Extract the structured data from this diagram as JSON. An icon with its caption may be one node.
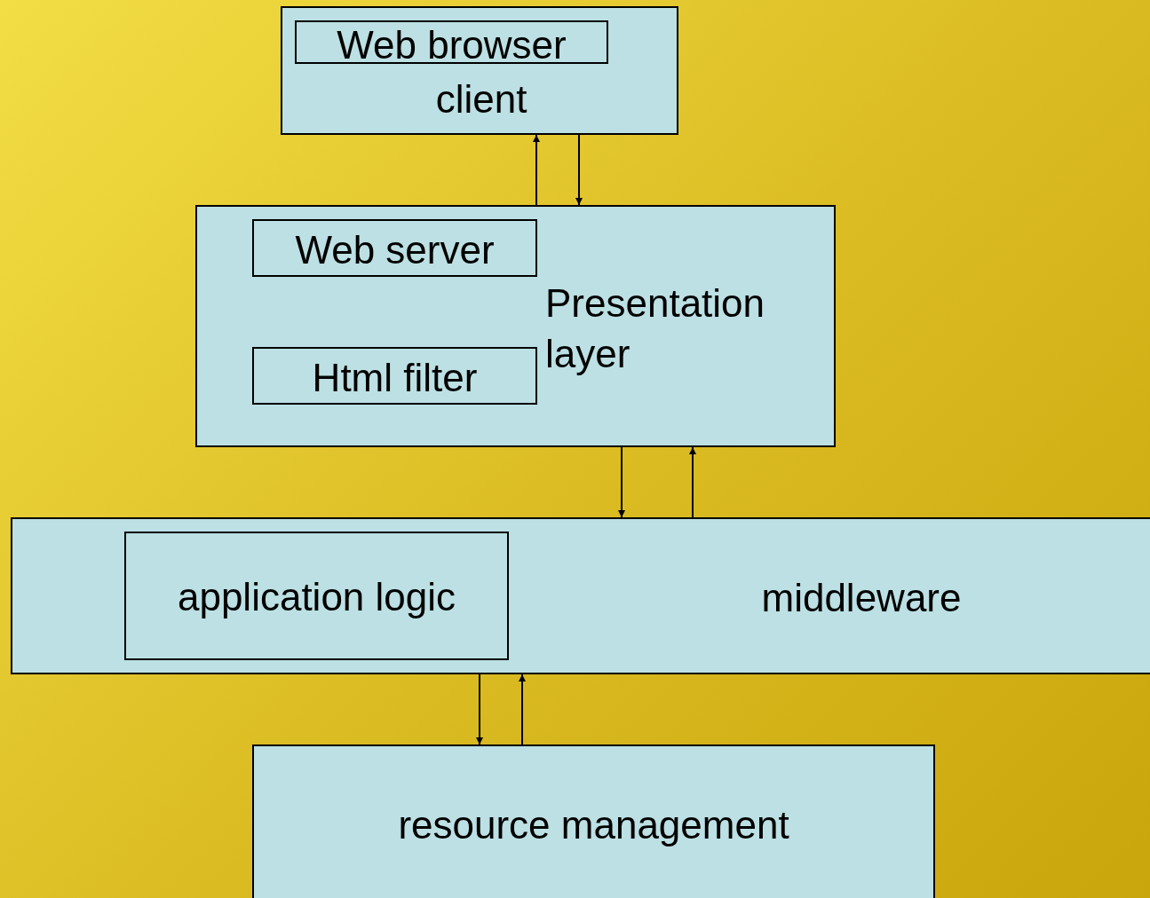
{
  "diagram": {
    "nodes": [
      {
        "text": [
          "client"
        ]
      },
      {
        "text": [
          "Web browser"
        ],
        "in": 0
      },
      {
        "text": [
          "Presentation layer"
        ]
      },
      {
        "text": [
          "Web server"
        ],
        "in": 2
      },
      {
        "text": [
          "Html filter"
        ],
        "in": 2
      },
      {
        "text": [
          "middleware"
        ]
      },
      {
        "text": [
          "application logic"
        ],
        "in": 5
      },
      {
        "text": [
          "resource management"
        ]
      }
    ],
    "edges": [
      {
        "from": 2,
        "to": 0,
        "arrow": "to"
      },
      {
        "from": 0,
        "to": 2,
        "arrow": "to"
      },
      {
        "from": 2,
        "to": 5,
        "arrow": "to"
      },
      {
        "from": 5,
        "to": 2,
        "arrow": "to"
      },
      {
        "from": 5,
        "to": 7,
        "arrow": "to"
      },
      {
        "from": 7,
        "to": 5,
        "arrow": "to"
      }
    ]
  }
}
